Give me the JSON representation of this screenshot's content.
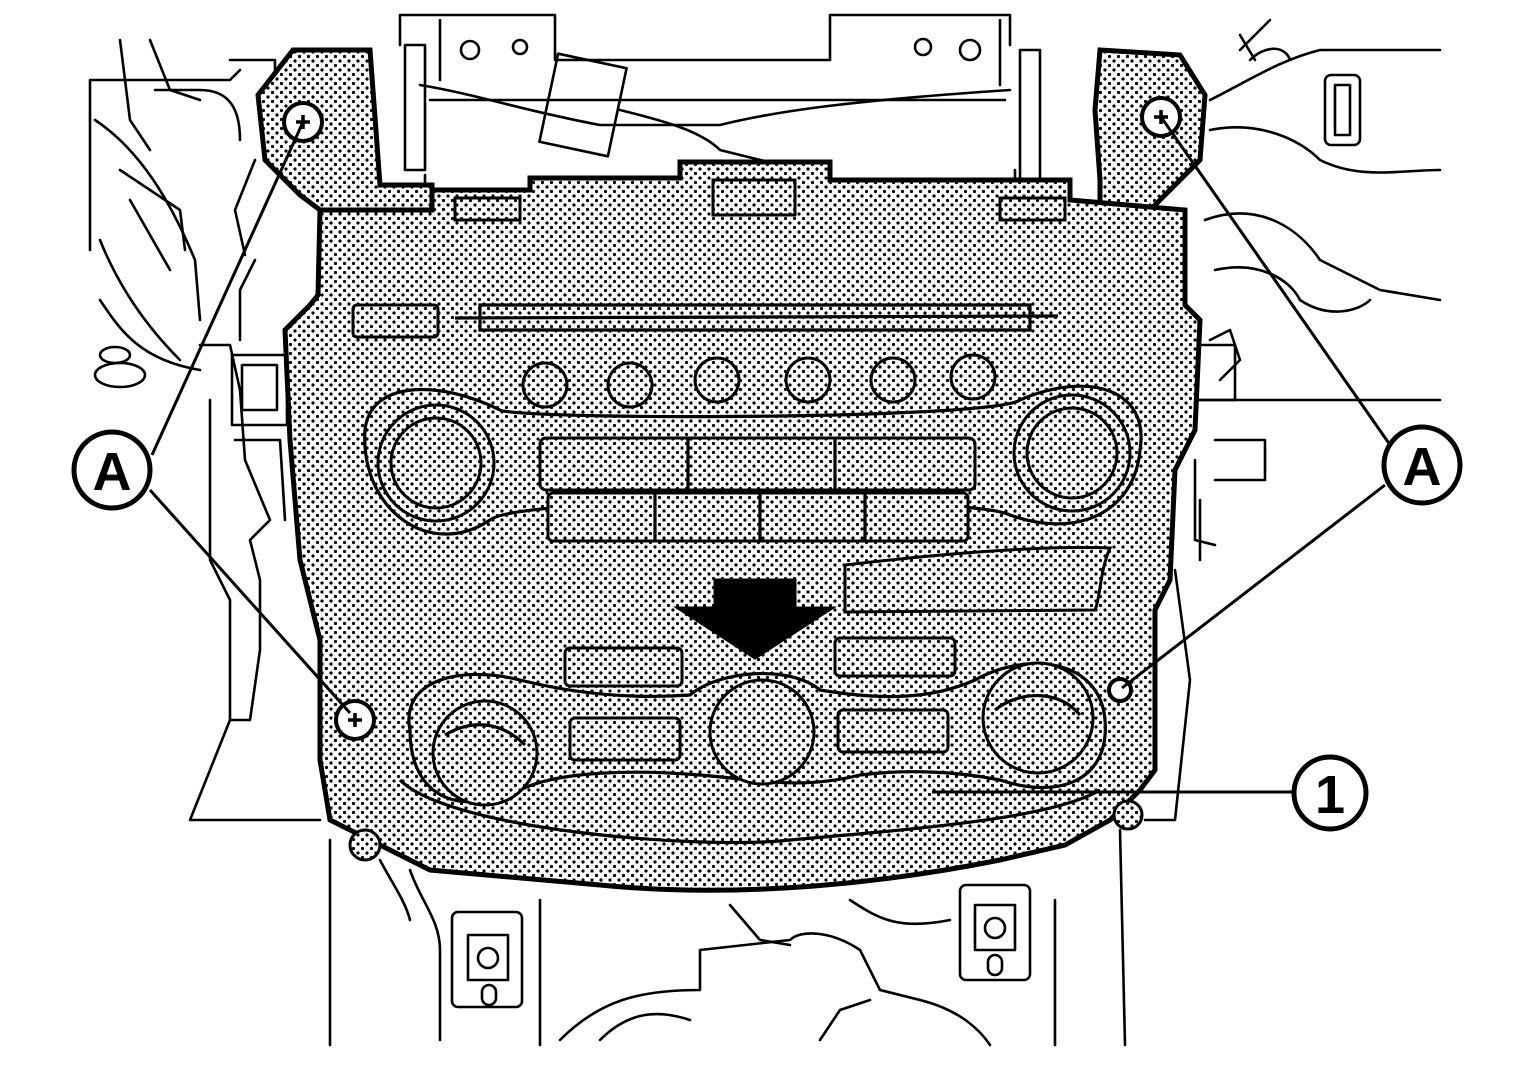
{
  "callouts": {
    "screw_label_left": "A",
    "screw_label_right": "A",
    "part_number": "1"
  },
  "colors": {
    "ink": "#000000",
    "paper": "#ffffff"
  }
}
